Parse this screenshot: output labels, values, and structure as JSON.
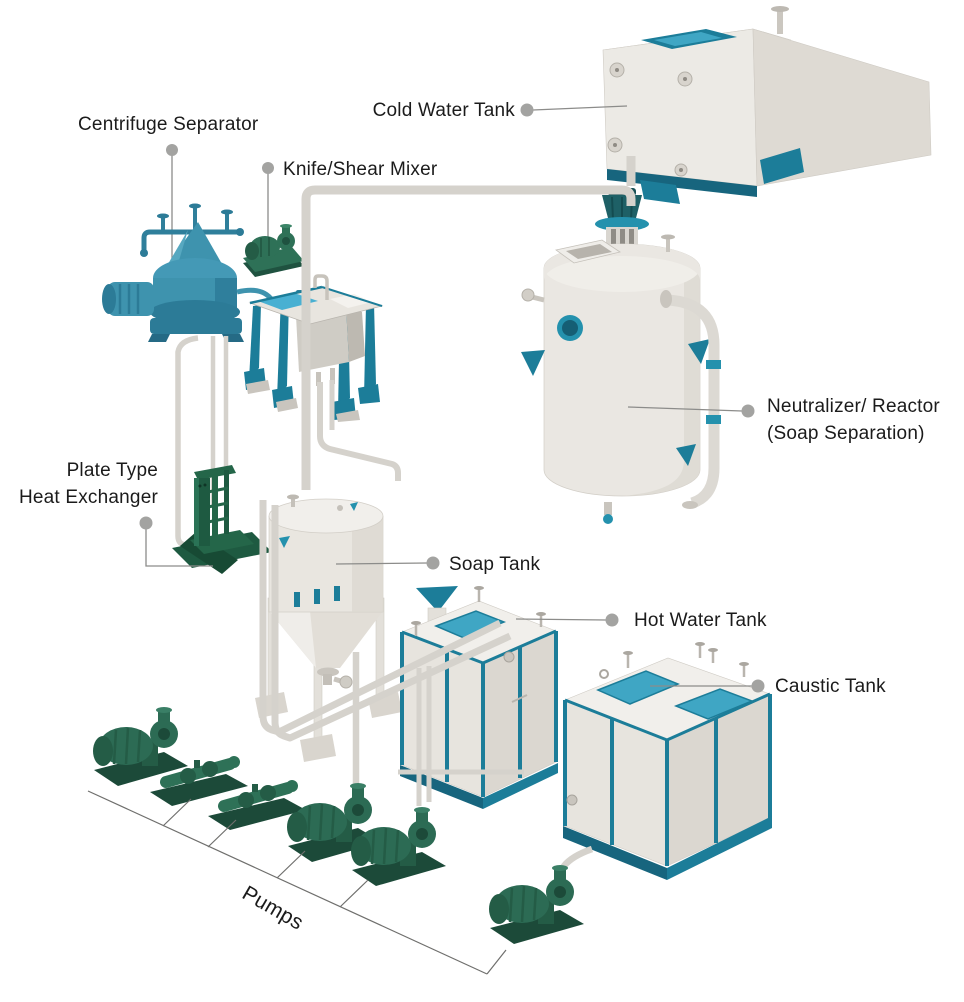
{
  "diagram_title": "",
  "equipment": [
    {
      "id": "centrifuge-separator",
      "label": "Centrifuge Separator"
    },
    {
      "id": "knife-shear-mixer",
      "label": "Knife/Shear Mixer"
    },
    {
      "id": "cold-water-tank",
      "label": "Cold Water Tank"
    },
    {
      "id": "neutralizer-reactor",
      "label": "Neutralizer/ Reactor",
      "label2": "(Soap Separation)"
    },
    {
      "id": "plate-heat-exchanger",
      "label": "Plate Type",
      "label2": "Heat Exchanger"
    },
    {
      "id": "soap-tank",
      "label": "Soap Tank"
    },
    {
      "id": "hot-water-tank",
      "label": "Hot Water Tank"
    },
    {
      "id": "caustic-tank",
      "label": "Caustic Tank"
    },
    {
      "id": "pumps-group",
      "label": "Pumps"
    }
  ],
  "colors": {
    "background": "#ffffff",
    "label_text": "#1b1b1b",
    "leader_line": "#8c8c8a",
    "leader_dot": "#a3a3a1",
    "bracket_line": "#6f6f6d",
    "tank_body": "#e9e6e0",
    "tank_shade": "#dbd7d0",
    "tank_light": "#f3f1ed",
    "teal_accent": "#1c7d99",
    "teal_hatch": "#3fa6c4",
    "centrifuge_teal": "#3e93ae",
    "pump_green": "#2c6b54",
    "pump_green_dark": "#1c4a39",
    "exchanger_green": "#1e5a41",
    "pipe": "#d5d2cc"
  }
}
